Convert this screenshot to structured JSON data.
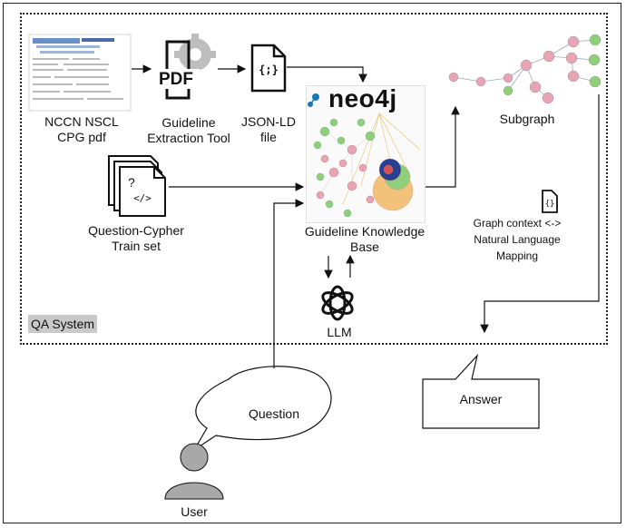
{
  "qa_system": {
    "label": "QA System"
  },
  "nodes": {
    "pdf_source": {
      "line1": "NCCN NSCL",
      "line2": "CPG pdf"
    },
    "extraction_tool": {
      "line1": "Guideline",
      "line2": "Extraction Tool",
      "icon_text": "PDF"
    },
    "jsonld": {
      "line1": "JSON-LD",
      "line2": "file",
      "icon_text": "{;}"
    },
    "knowledge_base": {
      "line1": "Guideline Knowledge",
      "line2": "Base",
      "brand": "neo4j"
    },
    "subgraph": {
      "label": "Subgraph"
    },
    "train_set": {
      "line1": "Question-Cypher",
      "line2": "Train set",
      "icon_text": "</>"
    },
    "mapping": {
      "line1": "Graph context <->",
      "line2": "Natural Language",
      "line3": "Mapping",
      "icon_text": "{}"
    },
    "llm": {
      "label": "LLM"
    },
    "question": {
      "label": "Question"
    },
    "answer": {
      "label": "Answer"
    },
    "user": {
      "label": "User"
    }
  },
  "colors": {
    "border": "#222222",
    "qa_label_bg": "#c9c9c9",
    "node_pink": "#e8a3b4",
    "node_green": "#8fcf7a",
    "neo4j_blue": "#1a75bb"
  }
}
